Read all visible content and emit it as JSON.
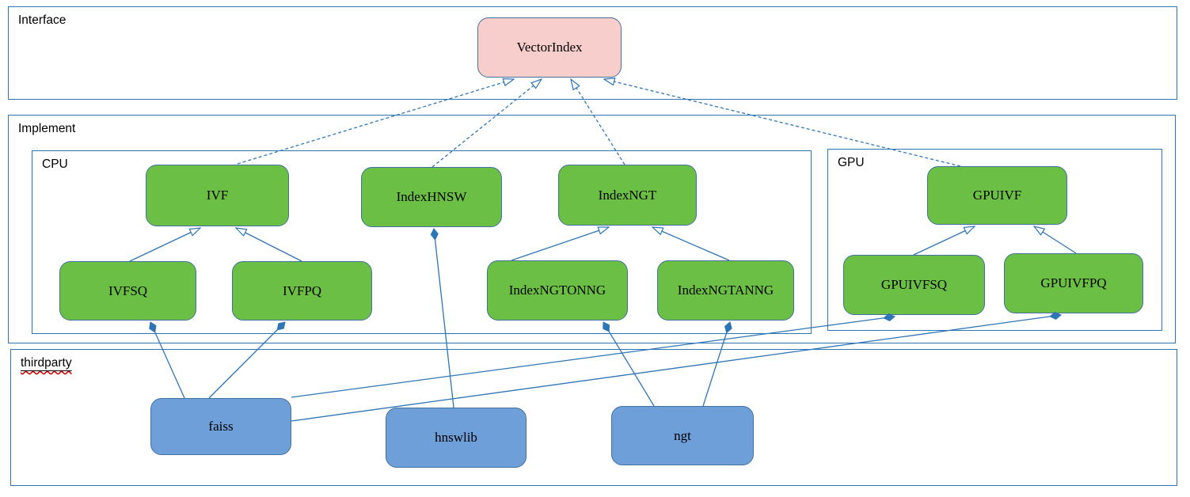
{
  "containers": {
    "interface": {
      "label": "Interface"
    },
    "implement": {
      "label": "Implement"
    },
    "cpu": {
      "label": "CPU"
    },
    "gpu": {
      "label": "GPU"
    },
    "thirdparty": {
      "label": "thirdparty"
    }
  },
  "nodes": {
    "vectorindex": {
      "label": "VectorIndex",
      "kind": "interface"
    },
    "ivf": {
      "label": "IVF",
      "kind": "implementation"
    },
    "indexhnsw": {
      "label": "IndexHNSW",
      "kind": "implementation"
    },
    "indexngt": {
      "label": "IndexNGT",
      "kind": "implementation"
    },
    "ivfsq": {
      "label": "IVFSQ",
      "kind": "implementation"
    },
    "ivfpq": {
      "label": "IVFPQ",
      "kind": "implementation"
    },
    "indexngtonng": {
      "label": "IndexNGTONNG",
      "kind": "implementation"
    },
    "indexngtanng": {
      "label": "IndexNGTANNG",
      "kind": "implementation"
    },
    "gpuivf": {
      "label": "GPUIVF",
      "kind": "implementation"
    },
    "gpuivfsq": {
      "label": "GPUIVFSQ",
      "kind": "implementation"
    },
    "gpuivfpq": {
      "label": "GPUIVFPQ",
      "kind": "implementation"
    },
    "faiss": {
      "label": "faiss",
      "kind": "thirdparty"
    },
    "hnswlib": {
      "label": "hnswlib",
      "kind": "thirdparty"
    },
    "ngt": {
      "label": "ngt",
      "kind": "thirdparty"
    }
  },
  "edges": [
    {
      "from": "ivf",
      "to": "vectorindex",
      "type": "realization"
    },
    {
      "from": "indexhnsw",
      "to": "vectorindex",
      "type": "realization"
    },
    {
      "from": "indexngt",
      "to": "vectorindex",
      "type": "realization"
    },
    {
      "from": "gpuivf",
      "to": "vectorindex",
      "type": "realization"
    },
    {
      "from": "ivfsq",
      "to": "ivf",
      "type": "generalization"
    },
    {
      "from": "ivfpq",
      "to": "ivf",
      "type": "generalization"
    },
    {
      "from": "indexngtonng",
      "to": "indexngt",
      "type": "generalization"
    },
    {
      "from": "indexngtanng",
      "to": "indexngt",
      "type": "generalization"
    },
    {
      "from": "gpuivfsq",
      "to": "gpuivf",
      "type": "generalization"
    },
    {
      "from": "gpuivfpq",
      "to": "gpuivf",
      "type": "generalization"
    },
    {
      "from": "faiss",
      "to": "ivfsq",
      "type": "composition"
    },
    {
      "from": "faiss",
      "to": "ivfpq",
      "type": "composition"
    },
    {
      "from": "faiss",
      "to": "gpuivfsq",
      "type": "composition"
    },
    {
      "from": "faiss",
      "to": "gpuivfpq",
      "type": "composition"
    },
    {
      "from": "hnswlib",
      "to": "indexhnsw",
      "type": "composition"
    },
    {
      "from": "ngt",
      "to": "indexngtonng",
      "type": "composition"
    },
    {
      "from": "ngt",
      "to": "indexngtanng",
      "type": "composition"
    }
  ],
  "colors": {
    "line_color": "#2e75b6",
    "container_border": "#2e75b6",
    "interface_fill": "#f8cecc",
    "impl_fill": "#6cbf45",
    "thirdparty_fill": "#6f9fd8",
    "node_border": "#41719c"
  }
}
